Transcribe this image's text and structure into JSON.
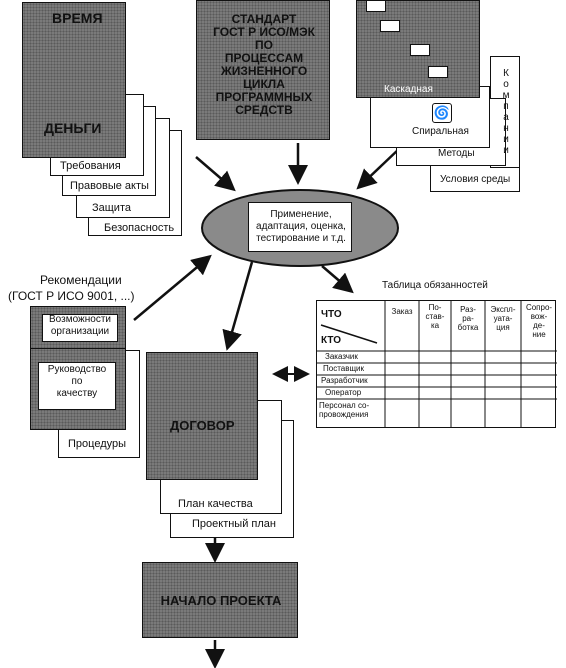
{
  "stack_time_money": {
    "title_top": "ВРЕМЯ",
    "title_mid": "ДЕНЬГИ",
    "pages": [
      "Требования",
      "Правовые акты",
      "Защита",
      "Безопасность"
    ]
  },
  "standard": {
    "lines": [
      "СТАНДАРТ",
      "ГОСТ Р ИСО/МЭК",
      "ПО",
      "ПРОЦЕССАМ",
      "ЖИЗНЕННОГО",
      "ЦИКЛА",
      "ПРОГРАММНЫХ",
      "СРЕДСТВ"
    ]
  },
  "models": {
    "cascade": "Каскадная",
    "spiral": "Спиральная",
    "methods": "Методы",
    "conditions": "Условия среды",
    "company_vertical": [
      "К",
      "о",
      "м",
      "п",
      "а",
      "н",
      "и",
      "и"
    ]
  },
  "center_oval": {
    "lines": [
      "Применение,",
      "адаптация, оценка,",
      "тестирование и т.д."
    ]
  },
  "recommendations": {
    "title": "Рекомендации",
    "subtitle": "(ГОСТ Р ИСО 9001, ...)",
    "capabilities": [
      "Возможности",
      "организации"
    ],
    "guide": [
      "Руководство",
      "по",
      "качеству"
    ],
    "procedures": "Процедуры"
  },
  "contract": {
    "title": "ДОГОВОР",
    "quality_plan": "План качества",
    "project_plan": "Проектный план"
  },
  "responsibility_table": {
    "caption": "Таблица обязанностей",
    "corner_what": "ЧТО",
    "corner_who": "КТО",
    "columns": [
      "Заказ",
      "По-\nстав-\nка",
      "Раз-\nра-\nботка",
      "Экспл-\nуата-\nция",
      "Сопро-\nвож-\nде-\nние"
    ],
    "rows": [
      "Заказчик",
      "Поставщик",
      "Разработчик",
      "Оператор",
      "Персонал со-\nпровождения"
    ]
  },
  "start": {
    "title": "НАЧАЛО ПРОЕКТА"
  }
}
